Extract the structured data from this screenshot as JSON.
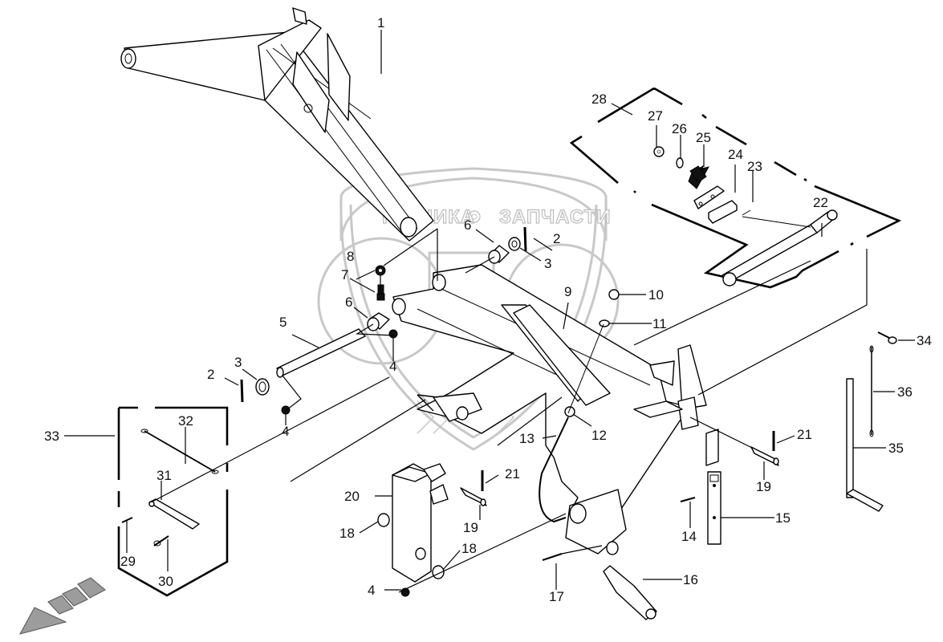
{
  "diagram": {
    "type": "exploded-parts-diagram",
    "watermark": {
      "left_text": "ТЕХНИКА",
      "right_text": "ЗАПЧАСТИ",
      "logo_letters": "ЭТФ",
      "gear_icon": "gear-icon"
    },
    "direction_arrow": "travel-direction-arrow",
    "labels": [
      {
        "id": "1",
        "text": "1"
      },
      {
        "id": "2a",
        "text": "2"
      },
      {
        "id": "2b",
        "text": "2"
      },
      {
        "id": "3a",
        "text": "3"
      },
      {
        "id": "3b",
        "text": "3"
      },
      {
        "id": "4a",
        "text": "4"
      },
      {
        "id": "4b",
        "text": "4"
      },
      {
        "id": "4c",
        "text": "4"
      },
      {
        "id": "5",
        "text": "5"
      },
      {
        "id": "6a",
        "text": "6"
      },
      {
        "id": "6b",
        "text": "6"
      },
      {
        "id": "7",
        "text": "7"
      },
      {
        "id": "8",
        "text": "8"
      },
      {
        "id": "9",
        "text": "9"
      },
      {
        "id": "10",
        "text": "10"
      },
      {
        "id": "11",
        "text": "11"
      },
      {
        "id": "12",
        "text": "12"
      },
      {
        "id": "13",
        "text": "13"
      },
      {
        "id": "14",
        "text": "14"
      },
      {
        "id": "15",
        "text": "15"
      },
      {
        "id": "16",
        "text": "16"
      },
      {
        "id": "17",
        "text": "17"
      },
      {
        "id": "18a",
        "text": "18"
      },
      {
        "id": "18b",
        "text": "18"
      },
      {
        "id": "19a",
        "text": "19"
      },
      {
        "id": "19b",
        "text": "19"
      },
      {
        "id": "20",
        "text": "20"
      },
      {
        "id": "21a",
        "text": "21"
      },
      {
        "id": "21b",
        "text": "21"
      },
      {
        "id": "22",
        "text": "22"
      },
      {
        "id": "23",
        "text": "23"
      },
      {
        "id": "24",
        "text": "24"
      },
      {
        "id": "25",
        "text": "25"
      },
      {
        "id": "26",
        "text": "26"
      },
      {
        "id": "27",
        "text": "27"
      },
      {
        "id": "28",
        "text": "28"
      },
      {
        "id": "29",
        "text": "29"
      },
      {
        "id": "30",
        "text": "30"
      },
      {
        "id": "31",
        "text": "31"
      },
      {
        "id": "32",
        "text": "32"
      },
      {
        "id": "33",
        "text": "33"
      },
      {
        "id": "34",
        "text": "34"
      },
      {
        "id": "35",
        "text": "35"
      },
      {
        "id": "36",
        "text": "36"
      }
    ]
  }
}
